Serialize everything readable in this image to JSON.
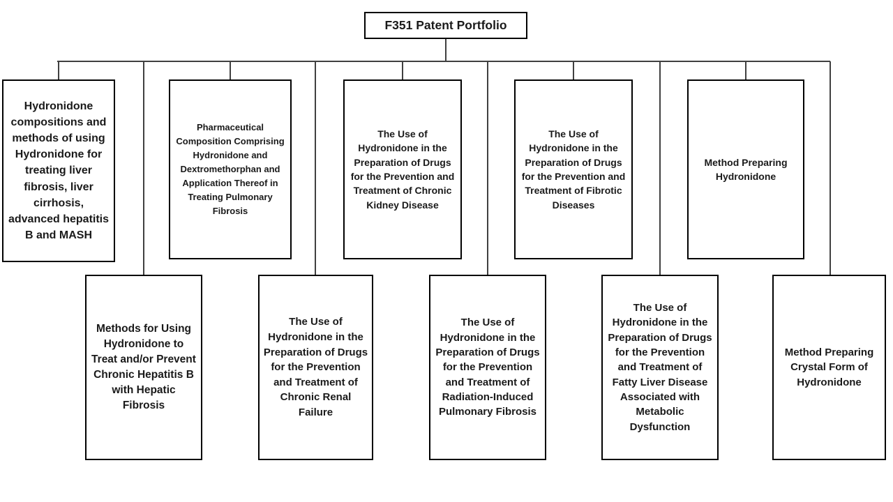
{
  "diagram": {
    "root": {
      "label": "F351 Patent Portfolio"
    },
    "top_row": [
      {
        "label": "Hydronidone compositions and methods of using Hydronidone for treating liver fibrosis, liver cirrhosis, advanced hepatitis B and MASH"
      },
      {
        "label": "Pharmaceutical Composition Comprising Hydronidone and Dextromethorphan and Application Thereof in Treating Pulmonary Fibrosis"
      },
      {
        "label": "The Use of Hydronidone in the Preparation of Drugs for the Prevention and Treatment of Chronic Kidney Disease"
      },
      {
        "label": "The Use of Hydronidone in the Preparation of Drugs for the Prevention and Treatment of Fibrotic Diseases"
      },
      {
        "label": "Method Preparing Hydronidone"
      }
    ],
    "bottom_row": [
      {
        "label": "Methods for Using Hydronidone to Treat and/or Prevent Chronic Hepatitis B with Hepatic Fibrosis"
      },
      {
        "label": "The Use of Hydronidone in the Preparation of Drugs for the Prevention and Treatment of Chronic Renal Failure"
      },
      {
        "label": "The Use of Hydronidone in the Preparation of Drugs for the Prevention and Treatment of Radiation-Induced Pulmonary Fibrosis"
      },
      {
        "label": "The Use of Hydronidone in the Preparation of Drugs for the Prevention and Treatment of Fatty Liver Disease Associated with Metabolic Dysfunction"
      },
      {
        "label": "Method Preparing Crystal Form of Hydronidone"
      }
    ],
    "colors": {
      "background": "#ffffff",
      "box_border": "#000000",
      "connector": "#404040",
      "text": "#1a1a1a"
    }
  }
}
